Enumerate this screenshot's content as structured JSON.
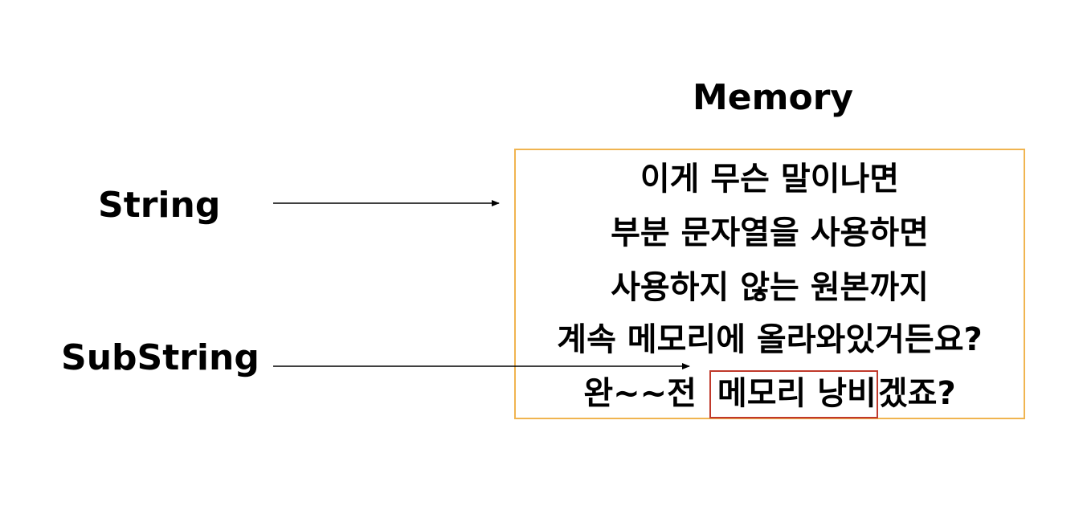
{
  "title": "Memory",
  "left_labels": {
    "string": "String",
    "substring": "SubString"
  },
  "memory_lines": [
    "이게 무슨 말이나면",
    "부분 문자열을 사용하면",
    "사용하지 않는 원본까지",
    "계속 메모리에 올라와있거든요?"
  ],
  "last_line": {
    "prefix": "완~~전",
    "highlighted": "메모리 낭비",
    "suffix": "겠죠?"
  },
  "colors": {
    "memory_box_border": "#f0b450",
    "highlight_border": "#c0392b",
    "arrow": "#000000"
  }
}
